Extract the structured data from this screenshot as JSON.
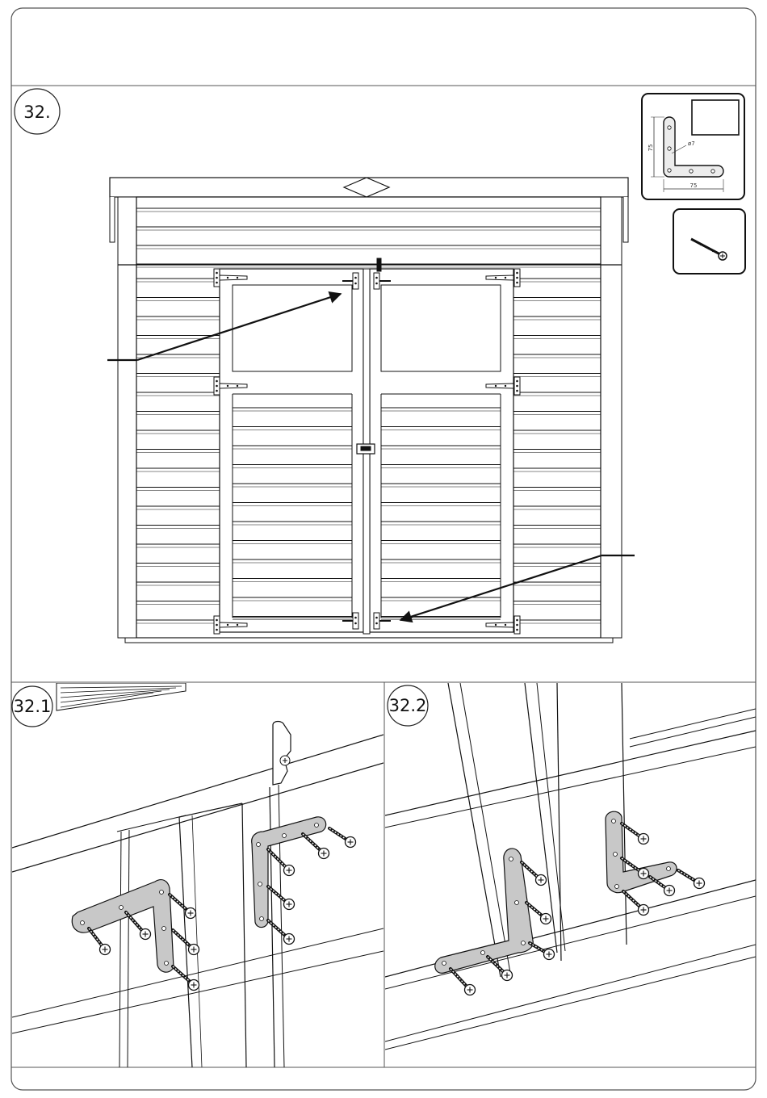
{
  "steps": {
    "main": "32.",
    "detail1": "32.1",
    "detail2": "32.2"
  },
  "bracket_spec": {
    "height_label": "75",
    "width_label": "75",
    "thickness_label": "ø7"
  },
  "icons": {
    "bracket": "l-bracket-icon",
    "screw": "screw-icon",
    "bracket_box_label": ""
  },
  "colors": {
    "line": "#111111",
    "bracket_fill": "#c8c8c8",
    "background": "#ffffff"
  }
}
